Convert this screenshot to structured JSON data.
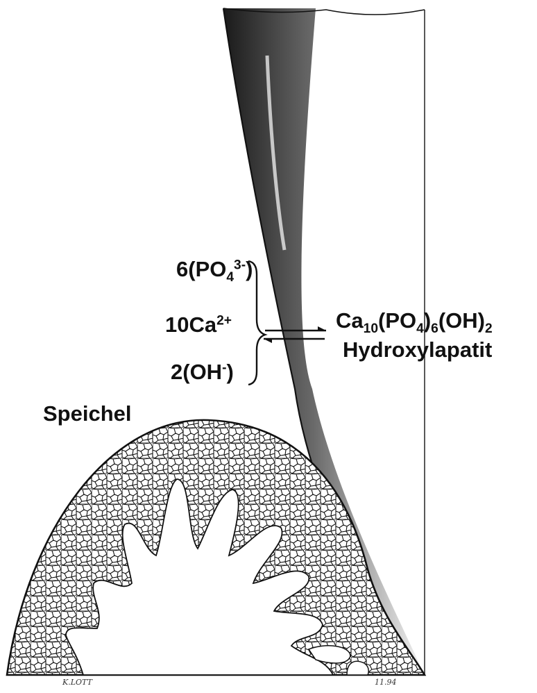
{
  "figure": {
    "labels": {
      "phosphate": {
        "prefix": "6(PO",
        "sub": "4",
        "sup": "3-",
        "suffix": ")"
      },
      "calcium": {
        "prefix": "10Ca",
        "sup": "2+"
      },
      "hydroxide": {
        "prefix": "2(OH",
        "sup": "-",
        "suffix": ")"
      },
      "product_formula": {
        "ca": "Ca",
        "ca_sub": "10",
        "po": "(PO",
        "po_sub": "4",
        "po_close": ")",
        "po_count": "6",
        "oh": "(OH)",
        "oh_count": "2"
      },
      "product_name": "Hydroxylapatit",
      "saliva": "Speichel"
    },
    "signature": {
      "artist": "K.LOTT",
      "date": "11.94"
    },
    "colors": {
      "ink": "#111111",
      "paper": "#ffffff"
    }
  }
}
